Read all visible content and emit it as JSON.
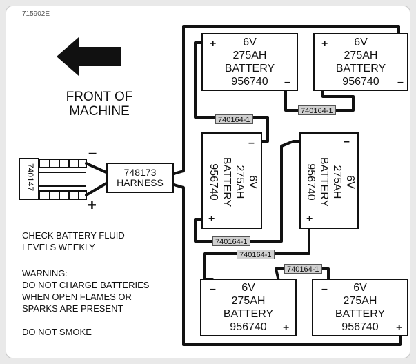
{
  "doc_number": "715902E",
  "front_label_line1": "FRONT OF",
  "front_label_line2": "MACHINE",
  "connector_part": "740147",
  "harness_part": "748173",
  "harness_name": "HARNESS",
  "cable_part": "740164-1",
  "connector_neg": "–",
  "connector_pos": "+",
  "battery": {
    "voltage": "6V",
    "capacity": "275AH",
    "name": "BATTERY",
    "part": "956740",
    "pos": "+",
    "neg": "–"
  },
  "notes": {
    "fluid_line1": "CHECK BATTERY FLUID",
    "fluid_line2": "LEVELS WEEKLY",
    "warning_title": "WARNING:",
    "warning_line1": "DO NOT CHARGE BATTERIES",
    "warning_line2": "WHEN OPEN FLAMES OR",
    "warning_line3": "SPARKS ARE PRESENT",
    "smoke": "DO NOT SMOKE"
  },
  "colors": {
    "ink": "#111111",
    "tag_fill": "#d0d0d0",
    "card": "#ffffff"
  }
}
